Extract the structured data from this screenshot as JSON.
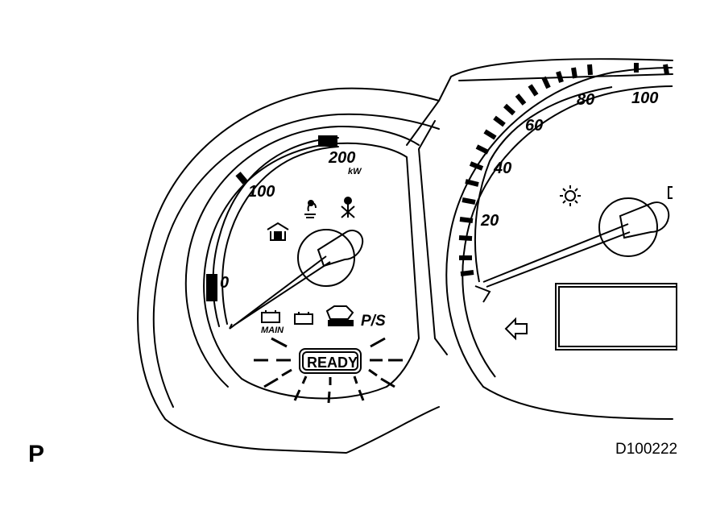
{
  "figure": {
    "corner_label": "P",
    "figure_id": "D100222"
  },
  "power_meter": {
    "scale_labels": [
      "0",
      "100",
      "200"
    ],
    "unit": "kW"
  },
  "speedometer": {
    "scale_labels": [
      "20",
      "40",
      "60",
      "80",
      "100"
    ]
  },
  "indicators": {
    "main_battery": "MAIN",
    "power_steering": "P/S",
    "ready": "READY"
  },
  "icons": [
    "door-lamp-icon",
    "seatbelt-icon",
    "airbag-icon",
    "headlight-icon",
    "battery-icon",
    "engine-warning-icon",
    "turn-signal-arrow-icon"
  ]
}
